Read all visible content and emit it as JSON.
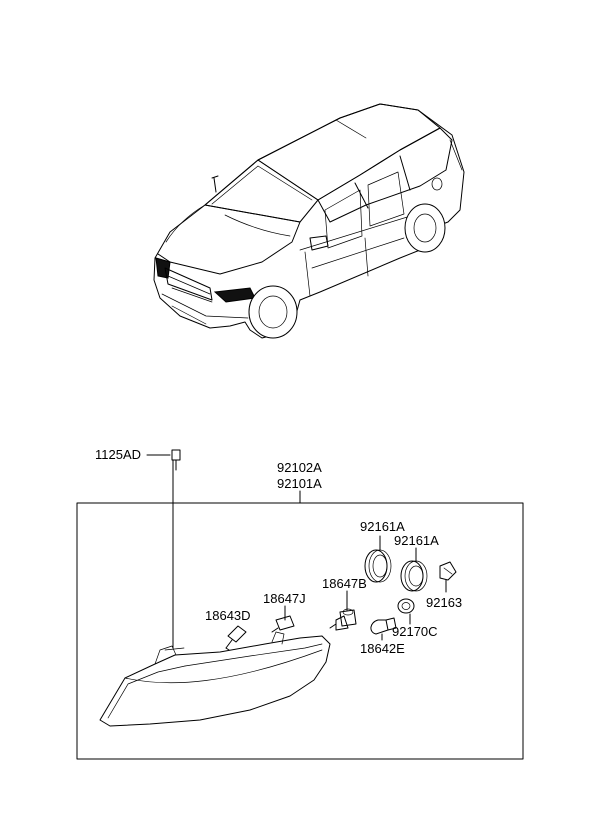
{
  "parts": {
    "bolt": "1125AD",
    "assembly_right": "92102A",
    "assembly_left": "92101A",
    "socket_1": "92161A",
    "socket_2": "92161A",
    "bulb_low": "18647B",
    "bulb_position": "18647J",
    "bulb_side": "18643D",
    "cap": "92163",
    "bulb_holder": "92170C",
    "bulb_turn": "18642E"
  },
  "colors": {
    "ink": "#000000",
    "paper": "#ffffff"
  }
}
